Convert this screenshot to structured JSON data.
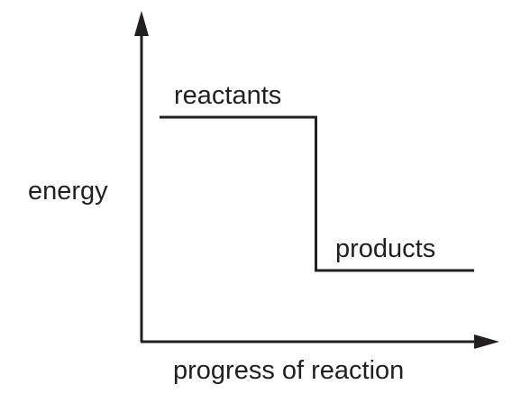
{
  "diagram": {
    "colors": {
      "ink": "#231f20",
      "background": "#ffffff"
    },
    "labels": {
      "y_axis": "energy",
      "x_axis": "progress of reaction",
      "reactants": "reactants",
      "products": "products"
    }
  }
}
